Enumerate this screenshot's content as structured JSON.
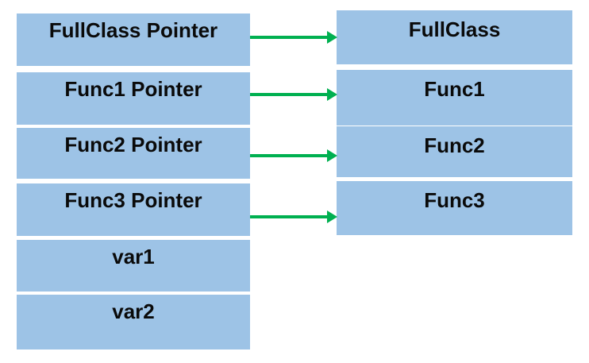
{
  "diagram": {
    "description": "Virtual table style diagram: pointer slots on the left linked by green arrows to implementations on the right",
    "left_column": {
      "boxes": [
        {
          "label": "FullClass Pointer"
        },
        {
          "label": "Func1 Pointer"
        },
        {
          "label": "Func2 Pointer"
        },
        {
          "label": "Func3 Pointer"
        },
        {
          "label": "var1"
        },
        {
          "label": "var2"
        }
      ]
    },
    "right_column": {
      "boxes": [
        {
          "label": "FullClass"
        },
        {
          "label": "Func1"
        },
        {
          "label": "Func2"
        },
        {
          "label": "Func3"
        }
      ]
    },
    "arrows": [
      {
        "from": "FullClass Pointer",
        "to": "FullClass"
      },
      {
        "from": "Func1 Pointer",
        "to": "Func1"
      },
      {
        "from": "Func2 Pointer",
        "to": "Func2"
      },
      {
        "from": "Func3 Pointer",
        "to": "Func3"
      }
    ],
    "colors": {
      "box_fill": "#9DC3E6",
      "arrow_green": "#00B050",
      "text": "#0a0a0a",
      "background": "#FFFFFF"
    }
  }
}
